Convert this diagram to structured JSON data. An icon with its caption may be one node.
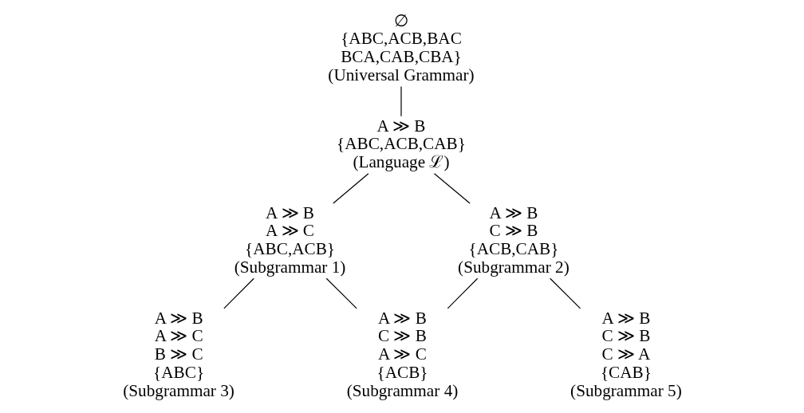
{
  "diagram": {
    "nodes": [
      {
        "text": [
          "∅",
          "{ABC,ACB,BAC BCA,CAB,CBA}",
          "(Universal Grammar)"
        ]
      },
      {
        "text": [
          "A ≫ B",
          "{ABC,ACB,CAB}",
          "(Language ℒ)"
        ]
      },
      {
        "text": [
          "A ≫ B",
          "A ≫ C",
          "{ABC,ACB}",
          "(Subgrammar 1)"
        ]
      },
      {
        "text": [
          "A ≫ B",
          "C ≫ B",
          "{ACB,CAB}",
          "(Subgrammar 2)"
        ]
      },
      {
        "text": [
          "A ≫ B",
          "A ≫ C",
          "B ≫ C",
          "{ABC}",
          "(Subgrammar 3)"
        ]
      },
      {
        "text": [
          "A ≫ B",
          "C ≫ B",
          "A ≫ C",
          "{ACB}",
          "(Subgrammar 4)"
        ]
      },
      {
        "text": [
          "A ≫ B",
          "C ≫ B",
          "C ≫ A",
          "{CAB}",
          "(Subgrammar 5)"
        ]
      }
    ],
    "edges": [
      {
        "from": 0,
        "to": 1,
        "arrow": "none"
      },
      {
        "from": 1,
        "to": 2,
        "arrow": "none"
      },
      {
        "from": 1,
        "to": 3,
        "arrow": "none"
      },
      {
        "from": 2,
        "to": 4,
        "arrow": "none"
      },
      {
        "from": 2,
        "to": 5,
        "arrow": "none"
      },
      {
        "from": 3,
        "to": 5,
        "arrow": "none"
      },
      {
        "from": 3,
        "to": 6,
        "arrow": "none"
      }
    ]
  }
}
